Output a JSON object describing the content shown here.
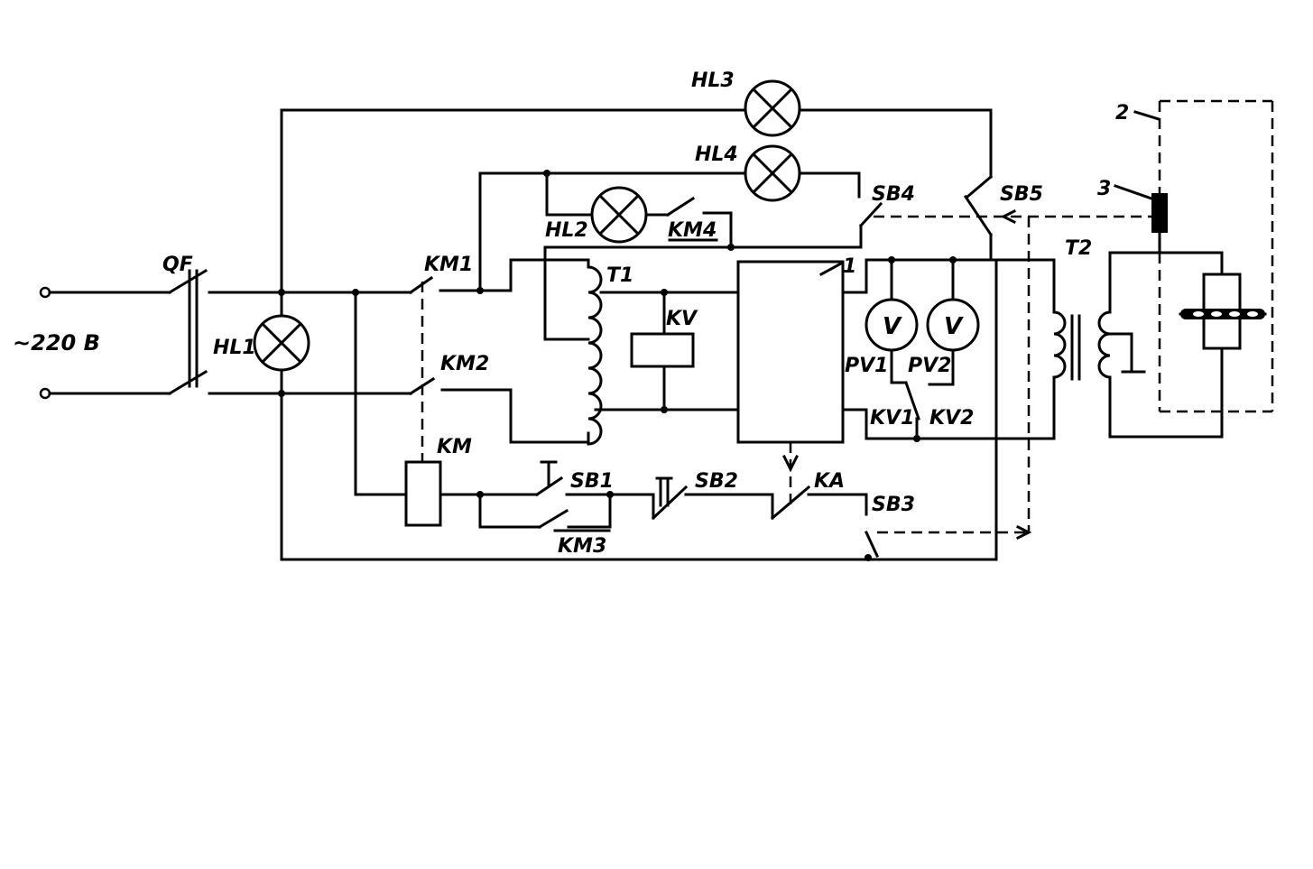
{
  "diagram": {
    "supply_label": "~220 B",
    "labels": {
      "qf": "QF",
      "hl1": "HL1",
      "hl2": "HL2",
      "hl3": "HL3",
      "hl4": "HL4",
      "km": "KM",
      "km1": "KM1",
      "km2": "KM2",
      "km3": "KM3",
      "km4": "KM4",
      "sb1": "SB1",
      "sb2": "SB2",
      "sb3": "SB3",
      "sb4": "SB4",
      "sb5": "SB5",
      "ka": "KA",
      "kv": "KV",
      "kv1": "KV1",
      "kv2": "KV2",
      "t1": "T1",
      "t2": "T2",
      "pv1": "PV1",
      "pv2": "PV2",
      "v1": "V",
      "v2": "V",
      "block1": "1",
      "item2": "2",
      "item3": "3"
    }
  }
}
